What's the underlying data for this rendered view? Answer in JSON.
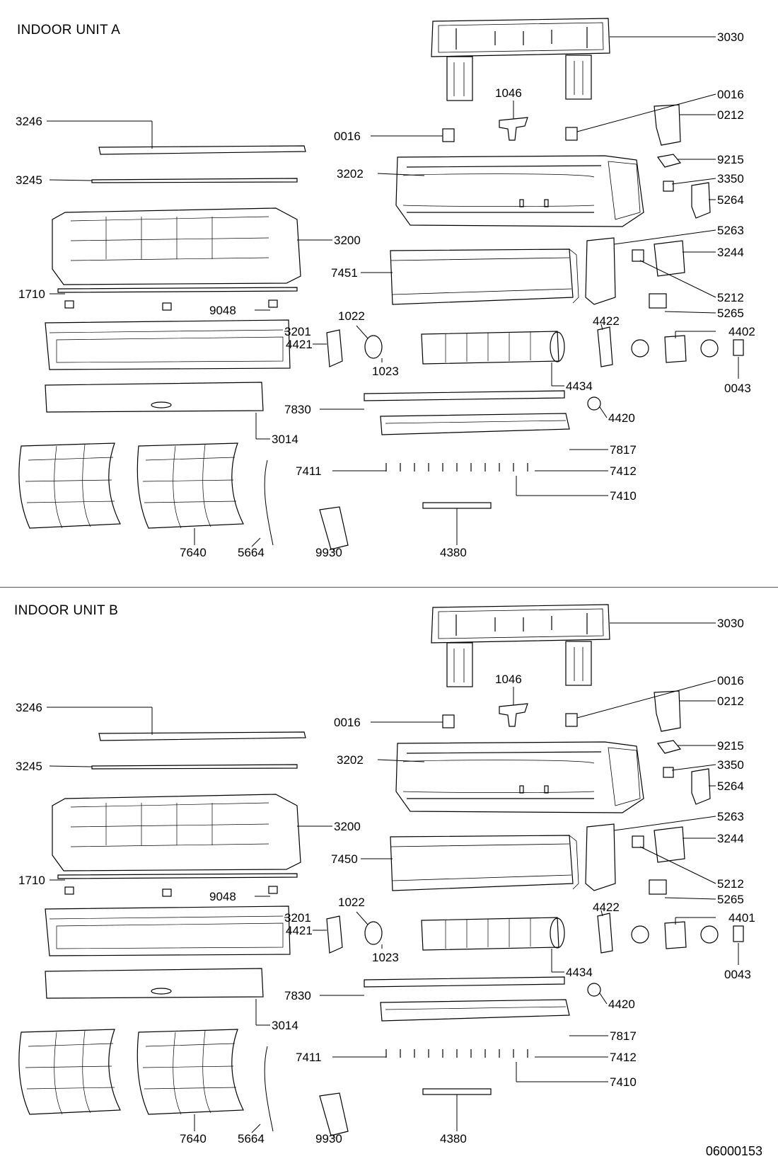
{
  "footer_code": "06000153",
  "sections": [
    {
      "title": "INDOOR UNIT A",
      "labels": {
        "wall_plate": "3030",
        "clip_left": "0016",
        "clip_right": "0016",
        "bracket_center": "1046",
        "cover_top": "0212",
        "clamp": "9215",
        "sensor": "3350",
        "box_cover": "5264",
        "chassis": "3202",
        "box_side": "5263",
        "control_box": "3244",
        "terminal": "5212",
        "pcb_small": "5265",
        "evaporator": "7451",
        "strip_top": "3246",
        "strip_mid": "3245",
        "front_frame": "3200",
        "display_strip": "1710",
        "hinge": "9048",
        "front_panel": "3201",
        "bearing": "4421",
        "bushing_top": "1022",
        "bushing_bottom": "1023",
        "fan": "4434",
        "motor_bracket": "4422",
        "motor": "4402",
        "motor_clip": "0043",
        "drain_tube": "7830",
        "step_motor": "4420",
        "cover_plate": "3014",
        "louver_assy": "7817",
        "louver_link": "7411",
        "louver_blade": "7412",
        "louver_rod": "7410",
        "filter": "7640",
        "sensor_wire": "5664",
        "remote": "9930",
        "holder": "4380"
      }
    },
    {
      "title": "INDOOR UNIT B",
      "labels": {
        "wall_plate": "3030",
        "clip_left": "0016",
        "clip_right": "0016",
        "bracket_center": "1046",
        "cover_top": "0212",
        "clamp": "9215",
        "sensor": "3350",
        "box_cover": "5264",
        "chassis": "3202",
        "box_side": "5263",
        "control_box": "3244",
        "terminal": "5212",
        "pcb_small": "5265",
        "evaporator": "7450",
        "strip_top": "3246",
        "strip_mid": "3245",
        "front_frame": "3200",
        "display_strip": "1710",
        "hinge": "9048",
        "front_panel": "3201",
        "bearing": "4421",
        "bushing_top": "1022",
        "bushing_bottom": "1023",
        "fan": "4434",
        "motor_bracket": "4422",
        "motor": "4401",
        "motor_clip": "0043",
        "drain_tube": "7830",
        "step_motor": "4420",
        "cover_plate": "3014",
        "louver_assy": "7817",
        "louver_link": "7411",
        "louver_blade": "7412",
        "louver_rod": "7410",
        "filter": "7640",
        "sensor_wire": "5664",
        "remote": "9930",
        "holder": "4380"
      }
    }
  ]
}
